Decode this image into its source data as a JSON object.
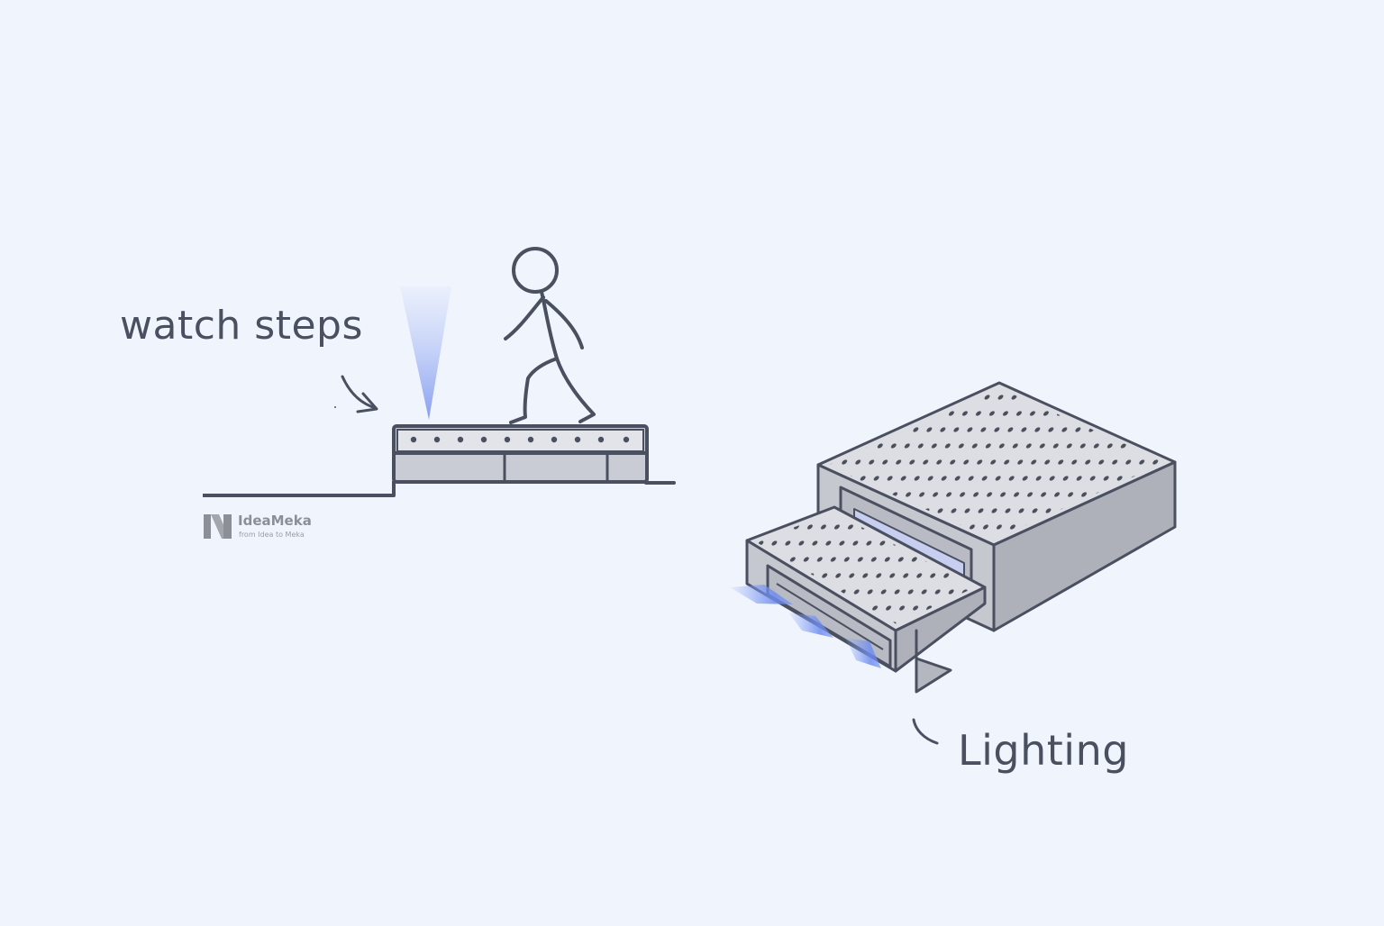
{
  "labels": {
    "watch_steps": "watch steps",
    "lighting": "Lighting"
  },
  "logo": {
    "name": "IdeaMeka",
    "tagline": "from Idea to Meka"
  },
  "icons": [
    "stick-figure-icon",
    "light-beam-icon",
    "step-icon",
    "stair-unit-icon",
    "arrow-icon",
    "ideameka-logo-icon"
  ],
  "colors": {
    "background": "#f0f5fd",
    "ink": "#4a5060",
    "metal": "#c2c4cc",
    "light": "#7d96ee"
  }
}
